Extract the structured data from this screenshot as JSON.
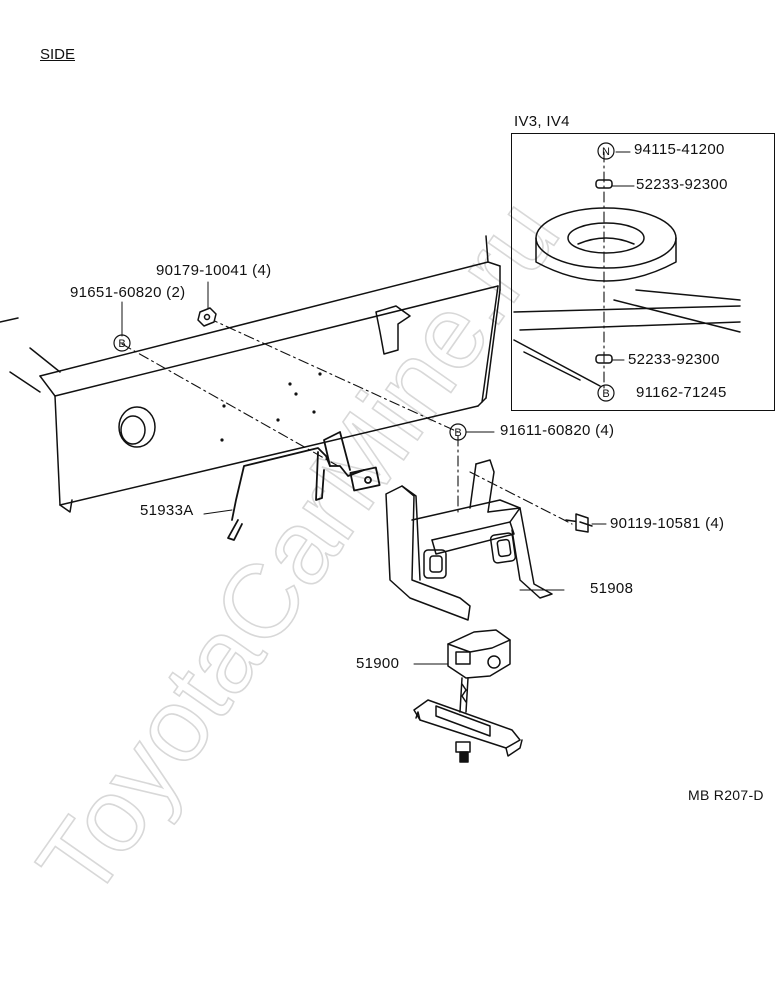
{
  "view_label": "SIDE",
  "inset": {
    "title": "IV3, IV4"
  },
  "parts": {
    "p94115": "94115-41200",
    "p52233_top": "52233-92300",
    "p52233_bottom": "52233-92300",
    "p91162": "91162-71245",
    "p90179": "90179-10041 (4)",
    "p91651": "91651-60820 (2)",
    "p91611": "91611-60820 (4)",
    "p51933A": "51933A",
    "p90119": "90119-10581 (4)",
    "p51908": "51908",
    "p51900": "51900"
  },
  "symbols": {
    "n": "N",
    "b": "B"
  },
  "diagram_code": "MB R207-D",
  "watermark": "ToyotaCarMine.ru"
}
